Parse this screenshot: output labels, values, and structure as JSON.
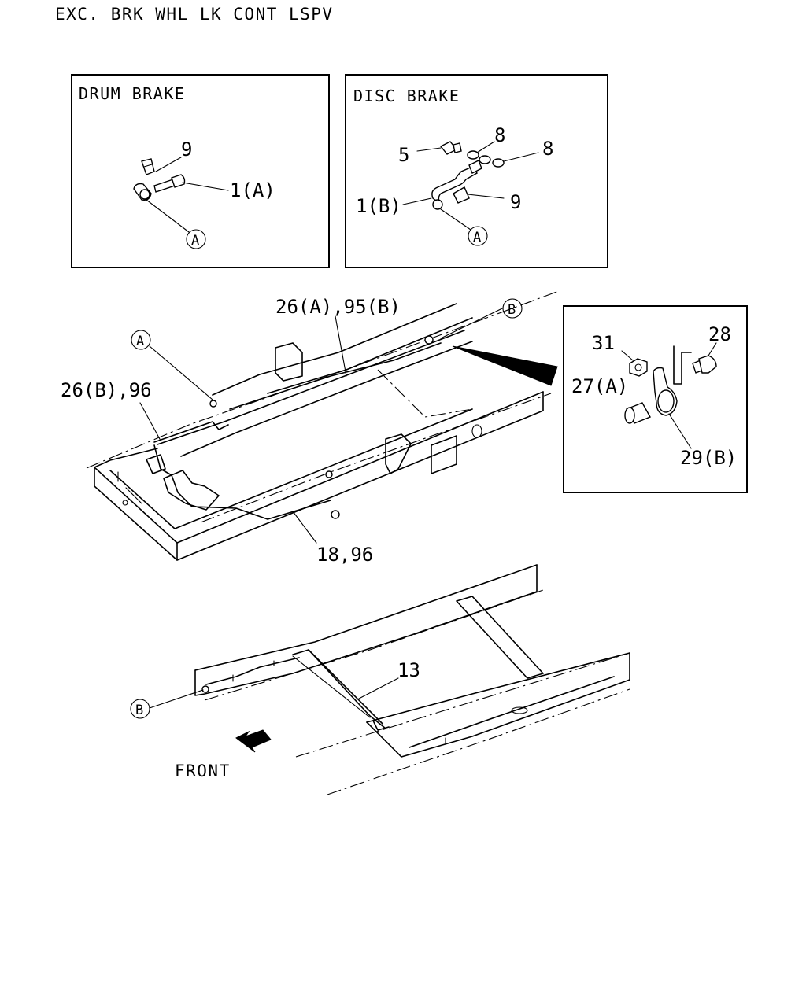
{
  "header": {
    "title": "EXC. BRK WHL LK CONT LSPV"
  },
  "insets": {
    "drum": {
      "title": "DRUM BRAKE",
      "callouts": [
        "9",
        "1(A)",
        "A"
      ]
    },
    "disc": {
      "title": "DISC BRAKE",
      "callouts": [
        "5",
        "8",
        "8",
        "1(B)",
        "9",
        "A"
      ]
    },
    "clip": {
      "callouts": [
        "31",
        "28",
        "27(A)",
        "29(B)"
      ]
    }
  },
  "main_view": {
    "callouts": [
      "26(A),95(B)",
      "B",
      "A",
      "26(B),96",
      "18,96"
    ]
  },
  "lower_view": {
    "callouts": [
      "13",
      "B"
    ],
    "front_label": "FRONT"
  }
}
